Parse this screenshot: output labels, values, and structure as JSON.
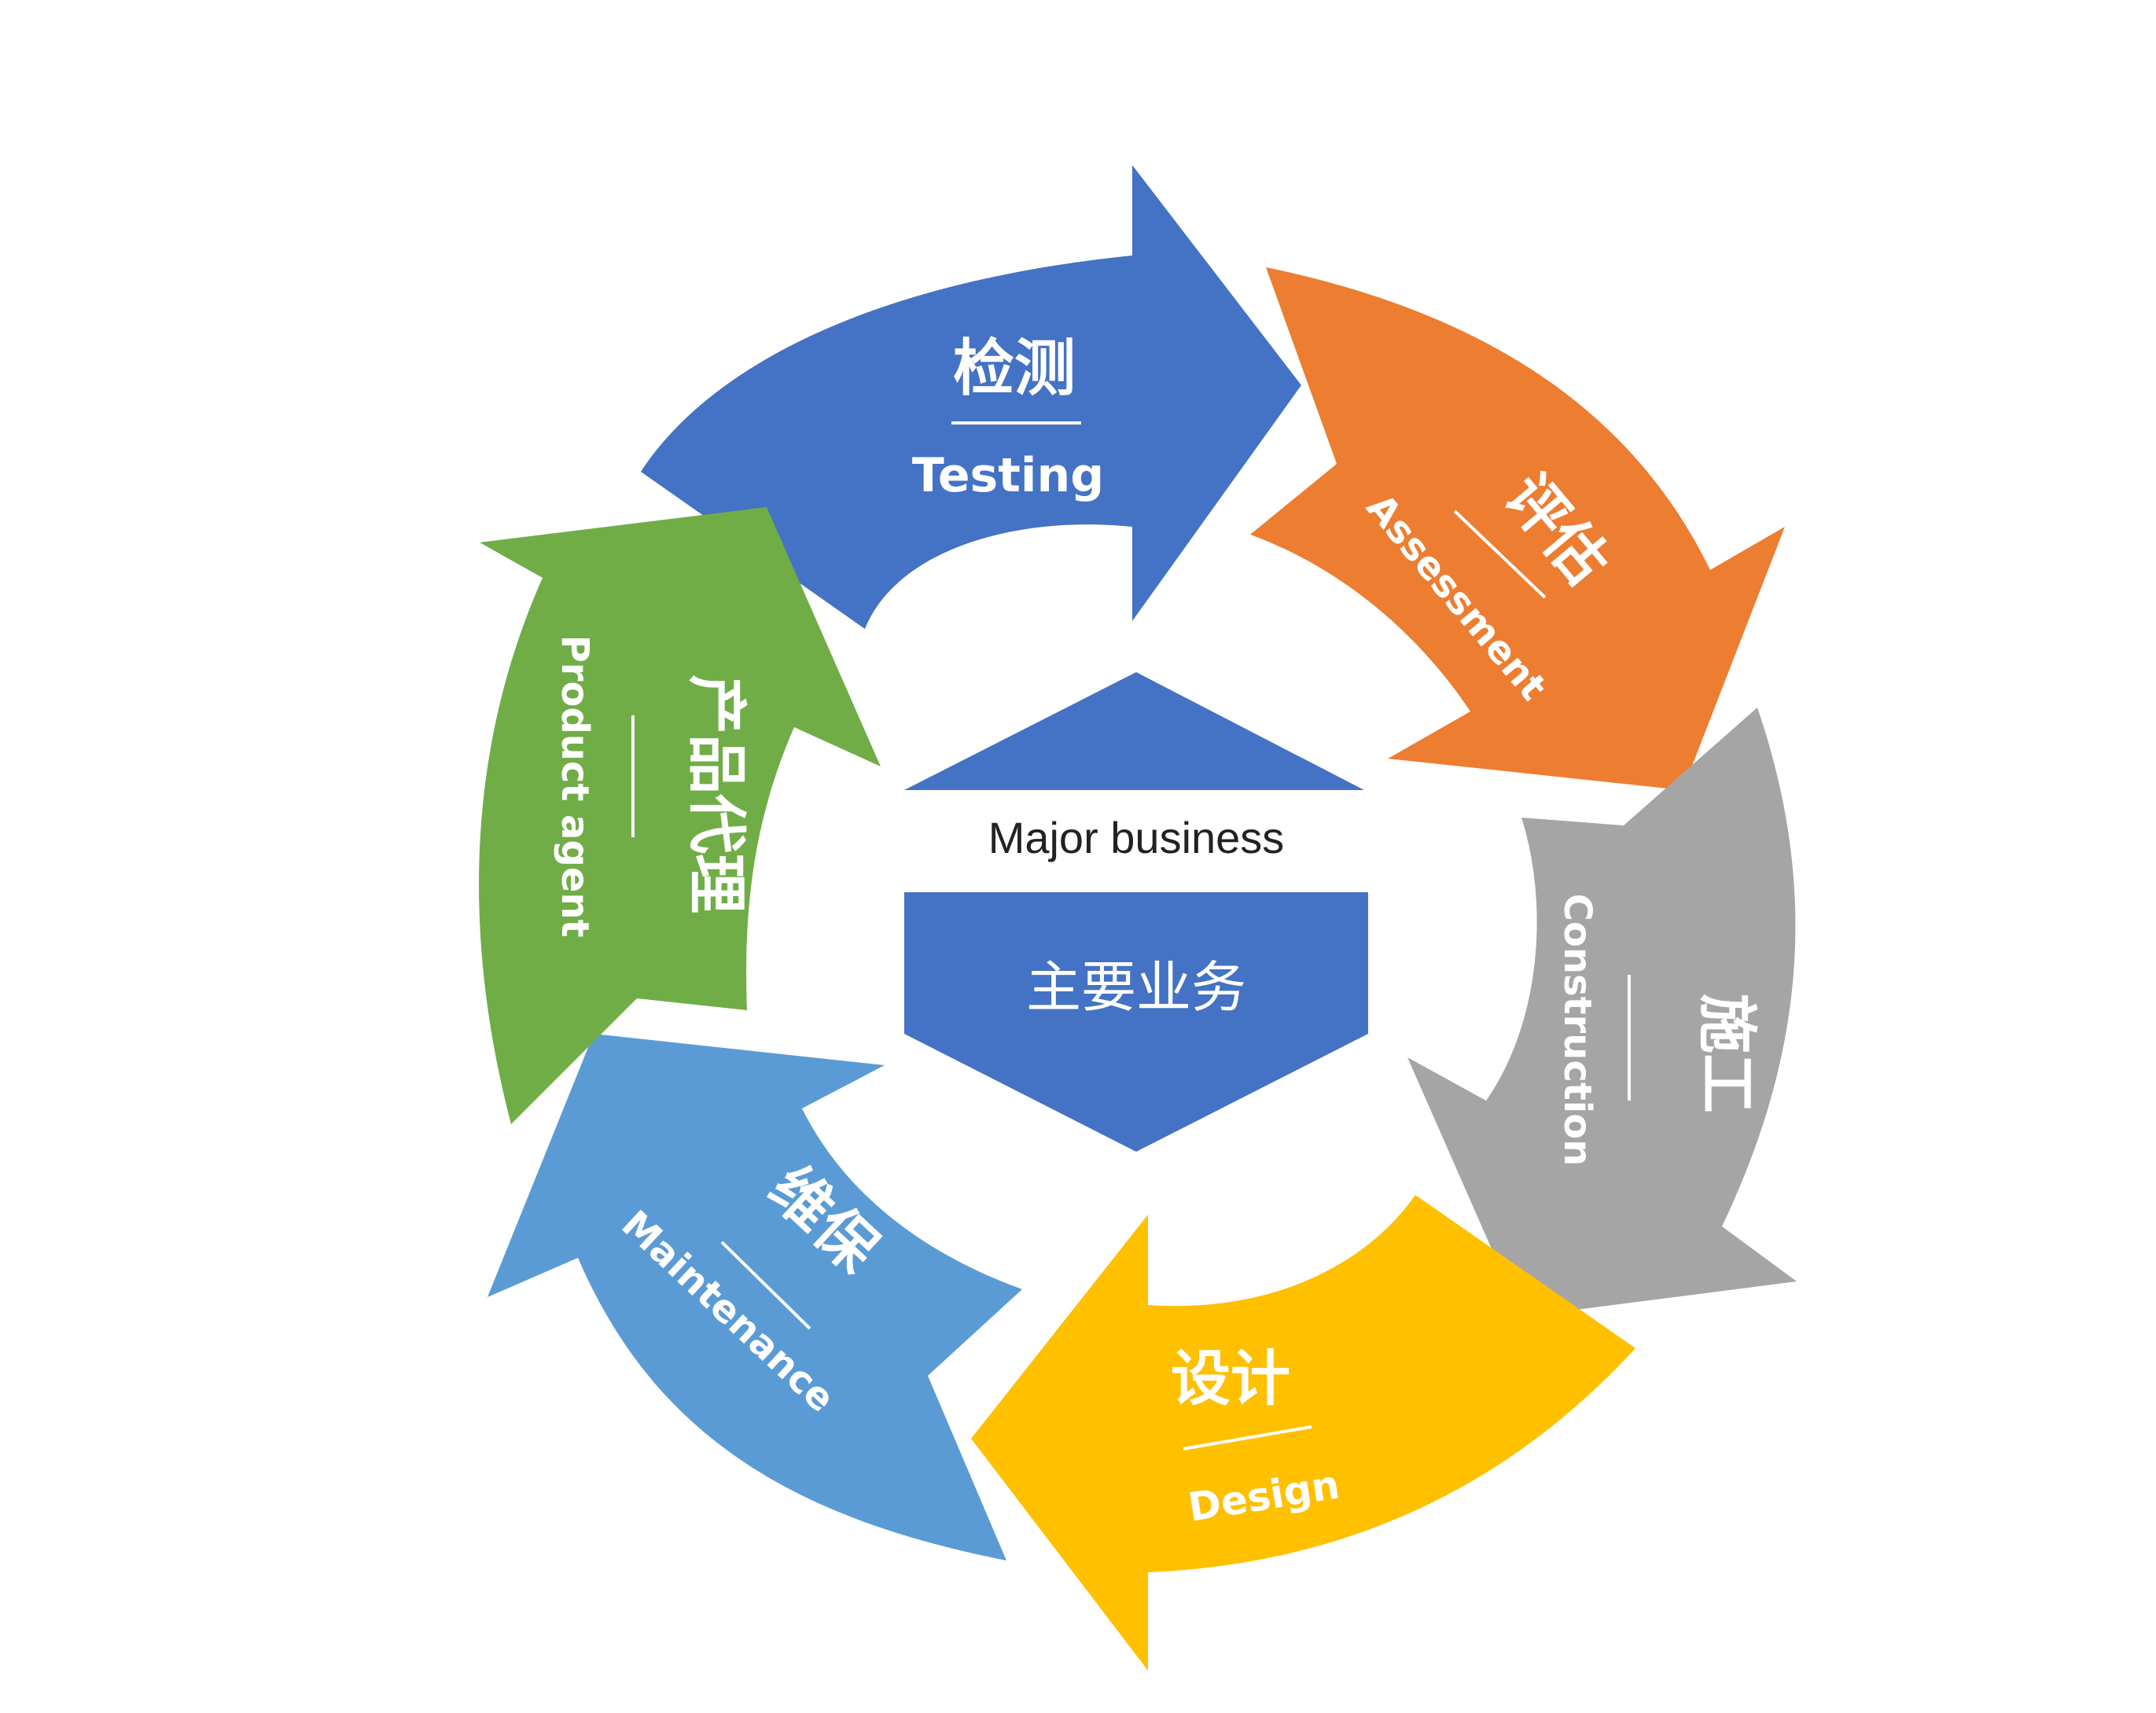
{
  "colors": {
    "testing": "#4472C4",
    "assessment": "#ED7D31",
    "construction": "#A5A5A5",
    "design": "#FFC000",
    "maintenance": "#5B9BD5",
    "product_agent": "#70AD47",
    "center": "#4472C4"
  },
  "center": {
    "title_en": "Major business",
    "title_zh": "主要业务"
  },
  "stages": [
    {
      "key": "testing",
      "zh": "检测",
      "en": "Testing"
    },
    {
      "key": "assessment",
      "zh": "评估",
      "en": "Assessment"
    },
    {
      "key": "construction",
      "zh": "施工",
      "en": "Construction"
    },
    {
      "key": "design",
      "zh": "设计",
      "en": "Design"
    },
    {
      "key": "maintenance",
      "zh": "维保",
      "en": "Maintenance"
    },
    {
      "key": "product_agent",
      "zh": "产品代理",
      "en": "Product agent"
    }
  ]
}
